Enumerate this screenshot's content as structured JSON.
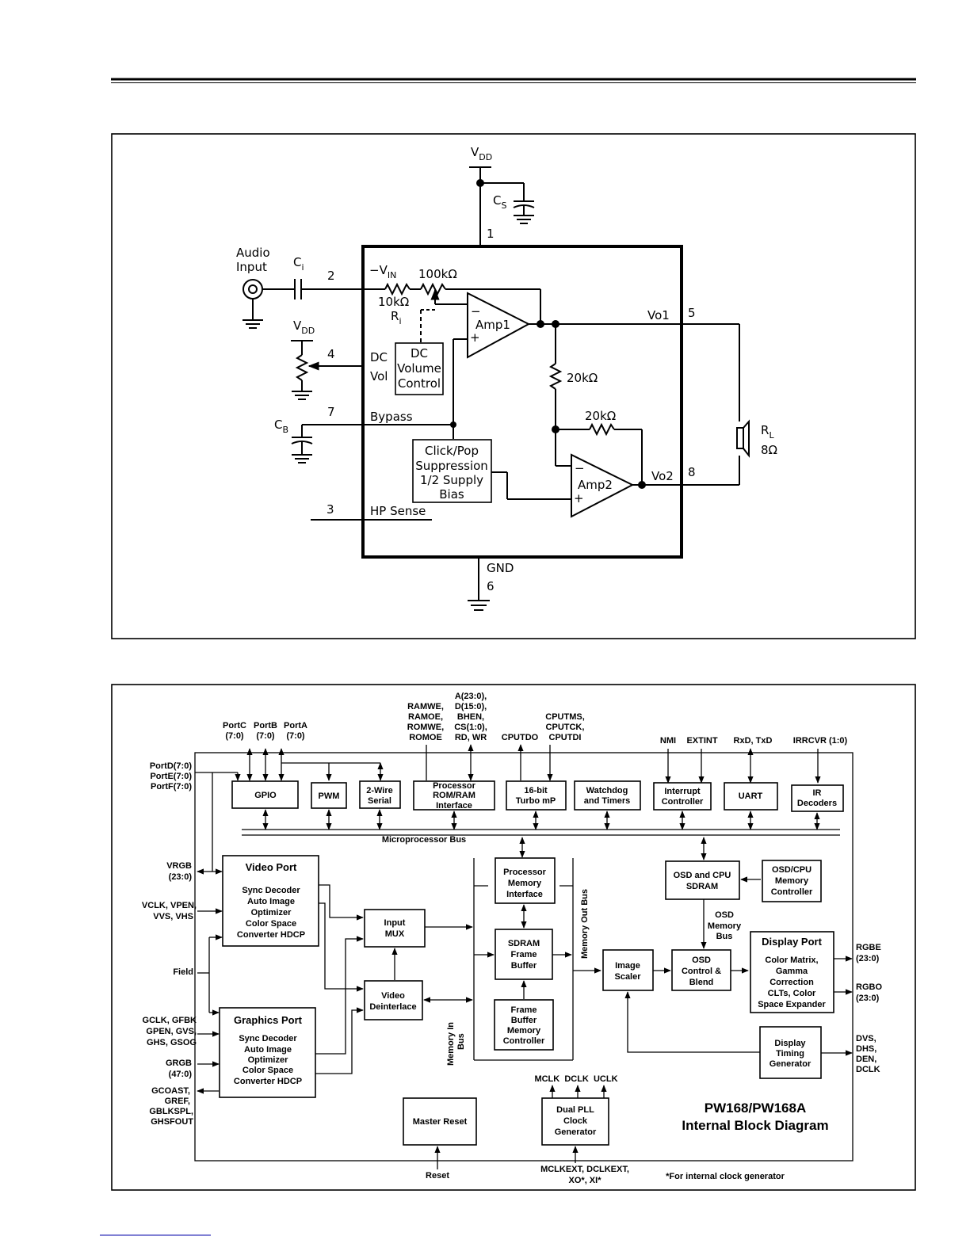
{
  "amp": {
    "vdd_top": "V",
    "vdd_top_sub": "DD",
    "cs": "C",
    "cs_sub": "S",
    "pin1": "1",
    "audio_input": [
      "Audio",
      "Input"
    ],
    "ci": "C",
    "ci_sub": "i",
    "pin2": "2",
    "vin_prefix": "−V",
    "vin_sub": "IN",
    "r100k": "100kΩ",
    "r10k": "10kΩ",
    "ri": "R",
    "ri_sub": "i",
    "amp1": "Amp1",
    "vo1": "Vo1",
    "pin5": "5",
    "vdd_left": "V",
    "vdd_left_sub": "DD",
    "pin4": "4",
    "dc": "DC",
    "vol": "Vol",
    "dc_volume": [
      "DC",
      "Volume",
      "Control"
    ],
    "r20k_a": "20kΩ",
    "r20k_b": "20kΩ",
    "pin7": "7",
    "bypass": "Bypass",
    "cb": "C",
    "cb_sub": "B",
    "click_pop": [
      "Click/Pop",
      "Suppression",
      "1/2 Supply",
      "Bias"
    ],
    "amp2": "Amp2",
    "vo2": "Vo2",
    "pin8": "8",
    "rl": "R",
    "rl_sub": "L",
    "rl_val": "8Ω",
    "pin3": "3",
    "hp_sense": "HP Sense",
    "gnd": "GND",
    "pin6": "6"
  },
  "block": {
    "title": [
      "PW168/PW168A",
      "Internal Block Diagram"
    ],
    "footnote": "*For internal clock generator",
    "top_signals": {
      "portc": [
        "PortC",
        "(7:0)"
      ],
      "portb": [
        "PortB",
        "(7:0)"
      ],
      "porta": [
        "PortA",
        "(7:0)"
      ],
      "ram": [
        "RAMWE,",
        "RAMOE,",
        "ROMWE,",
        "ROMOE"
      ],
      "addr": [
        "A(23:0),",
        "D(15:0),",
        "BHEN,",
        "CS(1:0),",
        "RD, WR"
      ],
      "cputdo": "CPUTDO",
      "cputms": [
        "CPUTMS,",
        "CPUTCK,",
        "CPUTDI"
      ],
      "nmi": "NMI",
      "extint": "EXTINT",
      "rxd": "RxD, TxD",
      "irrcvr": "IRRCVR (1:0)"
    },
    "left_signals": {
      "portdef": [
        "PortD(7:0)",
        "PortE(7:0)",
        "PortF(7:0)"
      ],
      "vrgb": [
        "VRGB",
        "(23:0)"
      ],
      "vclk": [
        "VCLK, VPEN,",
        "VVS, VHS"
      ],
      "field": "Field",
      "gclk": [
        "GCLK, GFBK",
        "GPEN, GVS,",
        "GHS, GSOG"
      ],
      "grgb": [
        "GRGB",
        "(47:0)"
      ],
      "gcoast": [
        "GCOAST,",
        "GREF,",
        "GBLKSPL,",
        "GHSFOUT"
      ]
    },
    "right_signals": {
      "rgbe": [
        "RGBE",
        "(23:0)"
      ],
      "rgbo": [
        "RGBO",
        "(23:0)"
      ],
      "dvs": [
        "DVS,",
        "DHS,",
        "DEN,",
        "DCLK"
      ]
    },
    "bottom_signals": {
      "reset": "Reset",
      "mclkext": [
        "MCLKEXT, DCLKEXT,",
        "XO*, XI*"
      ],
      "clk_out": "MCLK  DCLK  UCLK"
    },
    "blocks": {
      "gpio": [
        "GPIO"
      ],
      "pwm": [
        "PWM"
      ],
      "twowire": [
        "2-Wire",
        "Serial"
      ],
      "procrom": [
        "Processor",
        "ROM/RAM",
        "Interface"
      ],
      "turbo": [
        "16-bit",
        "Turbo mP"
      ],
      "watchdog": [
        "Watchdog",
        "and Timers"
      ],
      "interrupt": [
        "Interrupt",
        "Controller"
      ],
      "uart": [
        "UART"
      ],
      "ir": [
        "IR",
        "Decoders"
      ],
      "video_port_title": "Video Port",
      "video_port_body": [
        "Sync Decoder",
        "Auto Image",
        "Optimizer",
        "Color Space",
        "Converter HDCP"
      ],
      "graphics_port_title": "Graphics Port",
      "graphics_port_body": [
        "Sync Decoder",
        "Auto Image",
        "Optimizer",
        "Color Space",
        "Converter HDCP"
      ],
      "input_mux": [
        "Input",
        "MUX"
      ],
      "video_deint": [
        "Video",
        "Deinterlace"
      ],
      "proc_mem": [
        "Processor",
        "Memory",
        "Interface"
      ],
      "sdram_fb": [
        "SDRAM",
        "Frame",
        "Buffer"
      ],
      "fb_mem_ctrl": [
        "Frame",
        "Buffer",
        "Memory",
        "Controller"
      ],
      "image_scaler": [
        "Image",
        "Scaler"
      ],
      "osd_sdram": [
        "OSD and CPU",
        "SDRAM"
      ],
      "osd_mem_ctrl": [
        "OSD/CPU",
        "Memory",
        "Controller"
      ],
      "osd_blend": [
        "OSD",
        "Control &",
        "Blend"
      ],
      "display_port_title": "Display Port",
      "display_port_body": [
        "Color Matrix,",
        "Gamma",
        "Correction",
        "CLTs, Color",
        "Space Expander"
      ],
      "display_timing": [
        "Display",
        "Timing",
        "Generator"
      ],
      "master_reset": [
        "Master Reset"
      ],
      "dual_pll": [
        "Dual PLL",
        "Clock",
        "Generator"
      ]
    },
    "bus_labels": {
      "micro_bus": "Microprocessor Bus",
      "mem_out_bus": "Memory Out Bus",
      "mem_in_bus": [
        "Memory In",
        "Bus"
      ],
      "osd_mem_bus": [
        "OSD",
        "Memory",
        "Bus"
      ]
    }
  }
}
